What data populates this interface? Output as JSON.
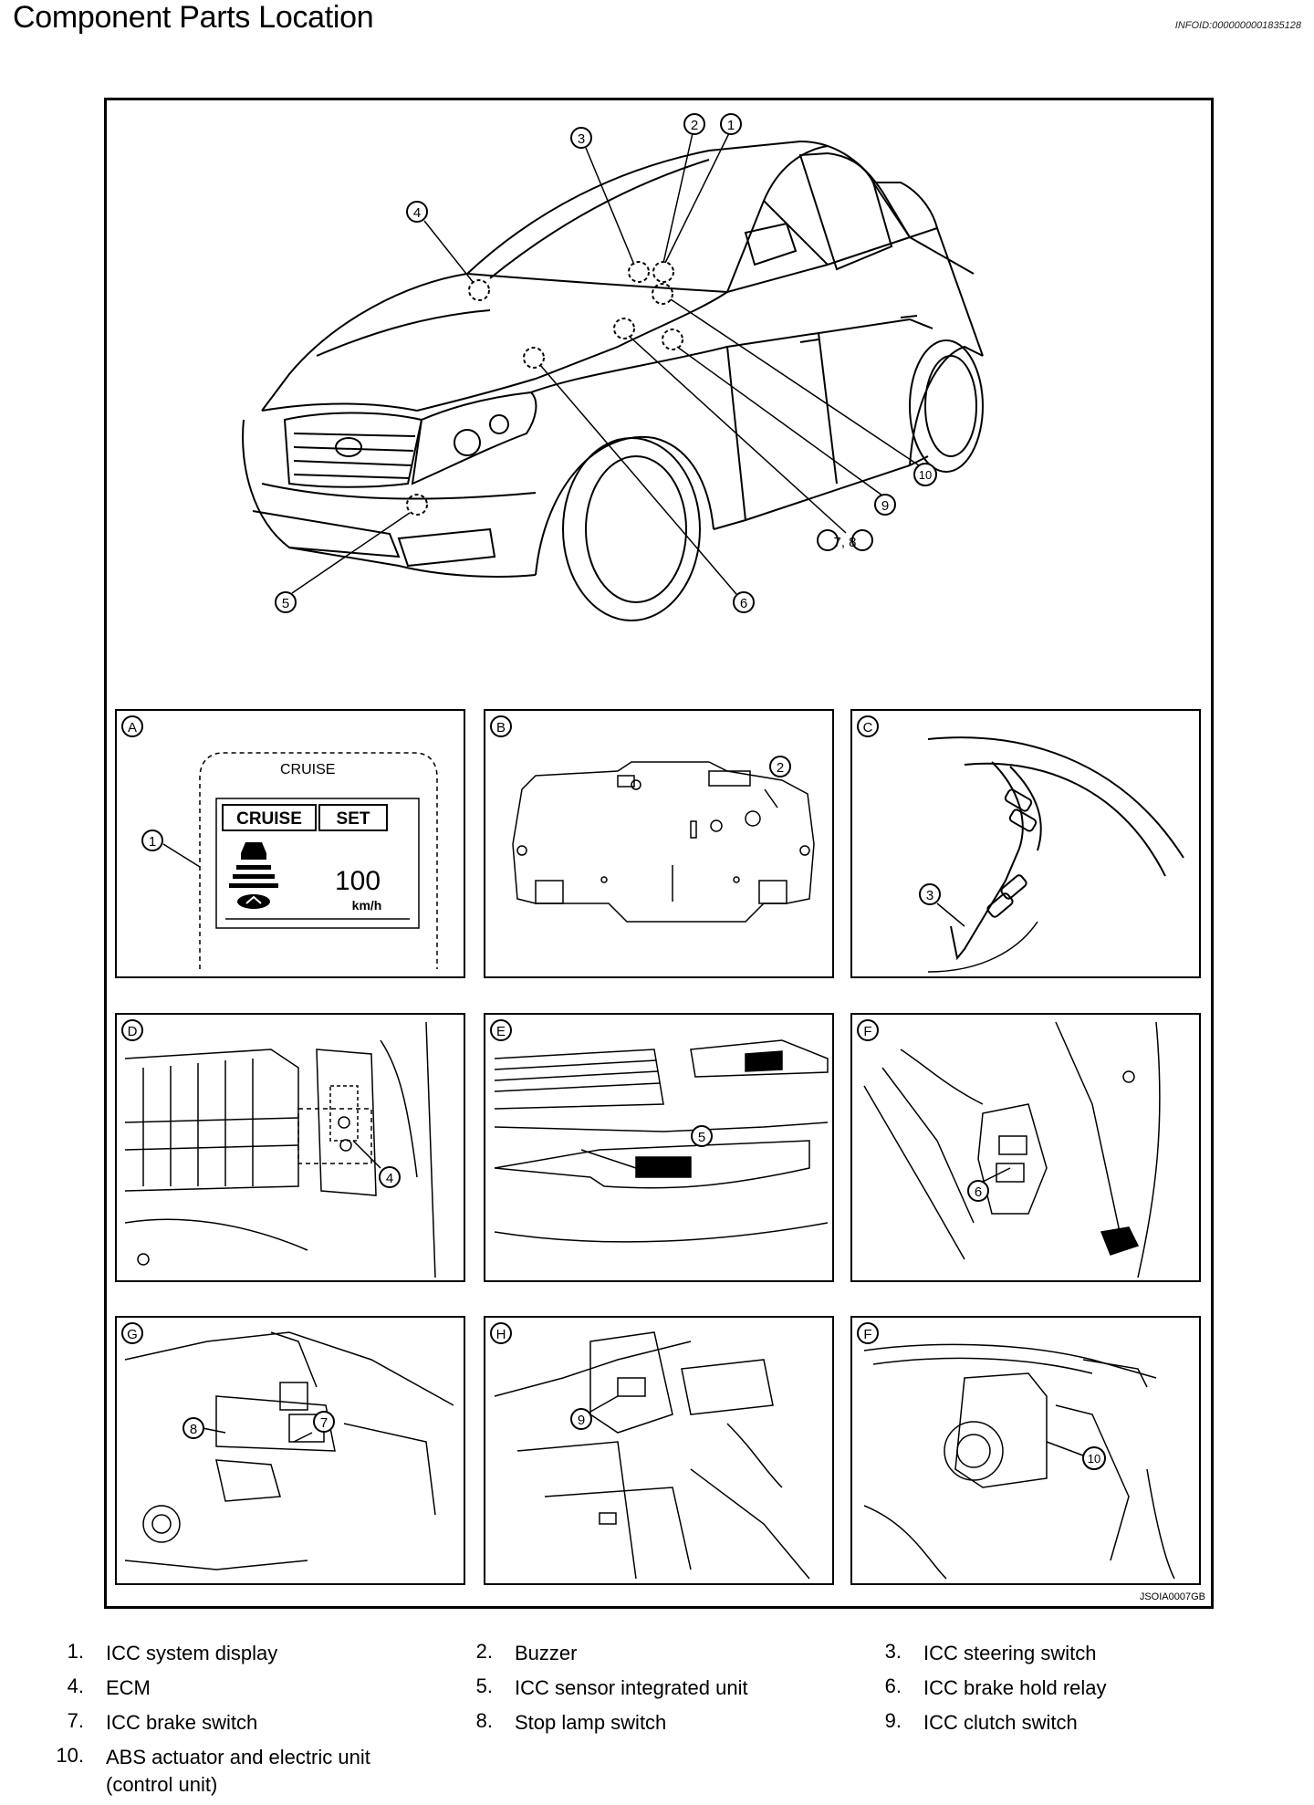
{
  "header": {
    "title": "Component Parts Location",
    "info_id": "INFOID:0000000001835128"
  },
  "figure": {
    "code": "JSOIA0007GB",
    "callouts": [
      "1",
      "2",
      "3",
      "4",
      "5",
      "6",
      "7, 8",
      "9",
      "10"
    ],
    "panels": {
      "A": {
        "letter": "A",
        "display_caption": "CRUISE",
        "cruise_label": "CRUISE",
        "set_label": "SET",
        "speed": "100",
        "unit": "km/h",
        "callout": "1"
      },
      "B": {
        "letter": "B",
        "callout": "2"
      },
      "C": {
        "letter": "C",
        "callout": "3"
      },
      "D": {
        "letter": "D",
        "callout": "4"
      },
      "E": {
        "letter": "E",
        "callout": "5"
      },
      "F": {
        "letter": "F",
        "callout": "6"
      },
      "G": {
        "letter": "G",
        "callout_a": "8",
        "callout_b": "7"
      },
      "H": {
        "letter": "H",
        "callout": "9"
      },
      "F2": {
        "letter": "F",
        "callout": "10"
      }
    }
  },
  "legend": [
    {
      "num": "1.",
      "text": "ICC system display"
    },
    {
      "num": "2.",
      "text": "Buzzer"
    },
    {
      "num": "3.",
      "text": "ICC steering switch"
    },
    {
      "num": "4.",
      "text": "ECM"
    },
    {
      "num": "5.",
      "text": "ICC sensor integrated unit"
    },
    {
      "num": "6.",
      "text": "ICC brake hold relay"
    },
    {
      "num": "7.",
      "text": "ICC brake switch"
    },
    {
      "num": "8.",
      "text": "Stop lamp switch"
    },
    {
      "num": "9.",
      "text": "ICC clutch switch"
    },
    {
      "num": "10.",
      "text": "ABS actuator and electric unit (control unit)"
    }
  ]
}
